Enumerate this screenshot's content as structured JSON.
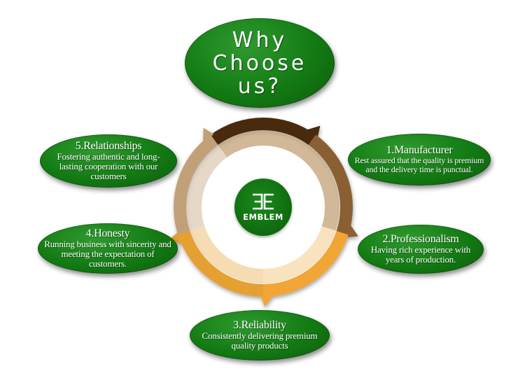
{
  "title": {
    "lines": [
      "Why",
      "Choose",
      "us?"
    ]
  },
  "logo": {
    "text": "EMBLEM"
  },
  "points": [
    {
      "title": "1.Manufacturer",
      "text": "Rest assured that the quality is premium and the delivery time is punctual."
    },
    {
      "title": "2.Professionalism",
      "text": "Having rich experience with years of production."
    },
    {
      "title": "3.Reliability",
      "text": "Consistently delivering premium quality products"
    },
    {
      "title": "4.Honesty",
      "text": "Running business with sincerity and meeting the expectation of customers."
    },
    {
      "title": "5.Relationships",
      "text": "Fostering authentic and long-lasting cooperation with our customers"
    }
  ],
  "colors": {
    "pill_green": "#137a13",
    "ring_dark_brown": "#4a2c0c",
    "ring_mid_brown": "#8a6030",
    "ring_tan": "#c2a077",
    "ring_orange": "#f0a536",
    "ring_gold": "#e5a030"
  }
}
